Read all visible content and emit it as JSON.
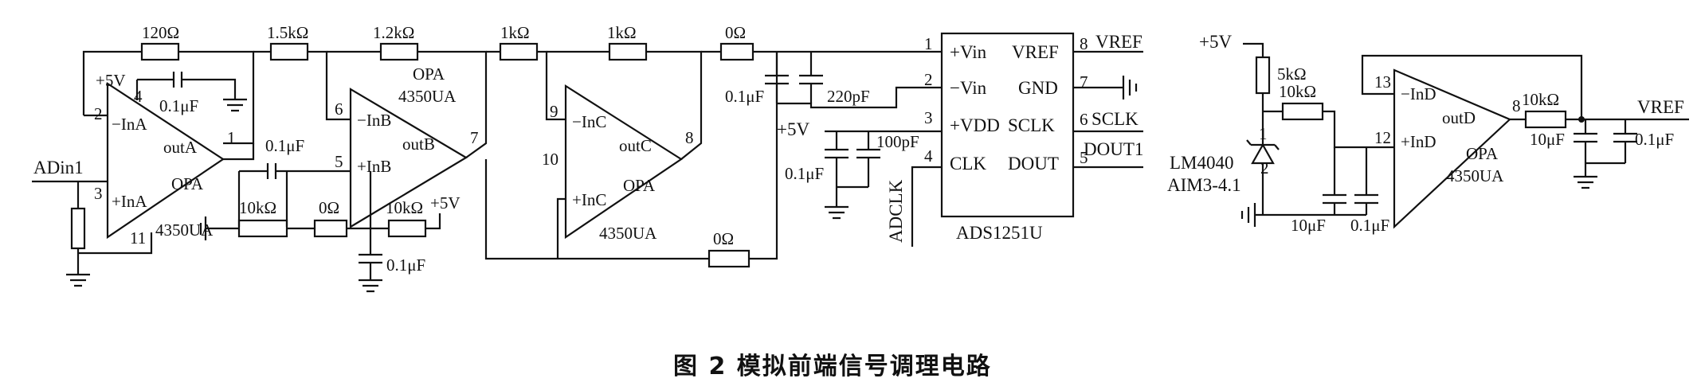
{
  "caption": "图 2   模拟前端信号调理电路",
  "components": {
    "opa_a": {
      "model": "OPA",
      "part": "4350UA",
      "pin_minus": "−InA",
      "pin_plus": "+InA",
      "pin_out": "outA",
      "p_minus": "2",
      "p_plus": "3",
      "p_out": "1",
      "p_vcc": "4",
      "p_gnd": "11"
    },
    "opa_b": {
      "model": "OPA",
      "part": "4350UA",
      "pin_minus": "−InB",
      "pin_plus": "+InB",
      "pin_out": "outB",
      "p_minus": "6",
      "p_plus": "5",
      "p_out": "7"
    },
    "opa_c": {
      "model": "OPA",
      "part": "4350UA",
      "pin_minus": "−InC",
      "pin_plus": "+InC",
      "pin_out": "outC",
      "p_minus": "9",
      "p_plus": "10",
      "p_out": "8"
    },
    "opa_d": {
      "model": "OPA",
      "part": "4350UA",
      "pin_minus": "−InD",
      "pin_plus": "+InD",
      "pin_out": "outD",
      "p_minus": "13",
      "p_plus": "12",
      "p_out": "8"
    },
    "adc": {
      "name": "ADS1251U",
      "pins_left": [
        {
          "num": "1",
          "label": "+Vin"
        },
        {
          "num": "2",
          "label": "−Vin"
        },
        {
          "num": "3",
          "label": "+VDD"
        },
        {
          "num": "4",
          "label": "CLK"
        }
      ],
      "pins_right": [
        {
          "num": "8",
          "label": "VREF",
          "net": "VREF"
        },
        {
          "num": "7",
          "label": "GND",
          "net": ""
        },
        {
          "num": "6",
          "label": "SCLK",
          "net": "SCLK"
        },
        {
          "num": "5",
          "label": "DOUT",
          "net": "DOUT1"
        }
      ],
      "clk_net": "ADCLK"
    },
    "reference": {
      "name": "LM4040",
      "part": "AIM3-4.1",
      "pin_top": "1",
      "pin_bottom": "2"
    }
  },
  "labels": {
    "r_120": "120Ω",
    "r_1k5": "1.5kΩ",
    "r_1k2": "1.2kΩ",
    "r_1k_a": "1kΩ",
    "r_1k_b": "1kΩ",
    "r_0_top": "0Ω",
    "r_0_bot": "0Ω",
    "r_0_mid": "0Ω",
    "r_10k_a": "10kΩ",
    "r_10k_b": "10kΩ",
    "r_5k": "5kΩ",
    "r_10k_c": "10kΩ",
    "r_10k_d": "10kΩ",
    "c_01_a": "0.1μF",
    "c_01_b": "0.1μF",
    "c_01_c": "0.1μF",
    "c_01_d": "0.1μF",
    "c_01_e": "0.1μF",
    "c_01_f": "0.1μF",
    "c_01_g": "0.1μF",
    "c_220p": "220pF",
    "c_100p": "100pF",
    "c_10u_a": "10μF",
    "c_10u_b": "10μF",
    "vcc_a": "+5V",
    "vcc_b": "+5V",
    "vcc_c": "+5V",
    "vcc_d": "+5V",
    "input": "ADin1",
    "vref_out": "VREF"
  }
}
